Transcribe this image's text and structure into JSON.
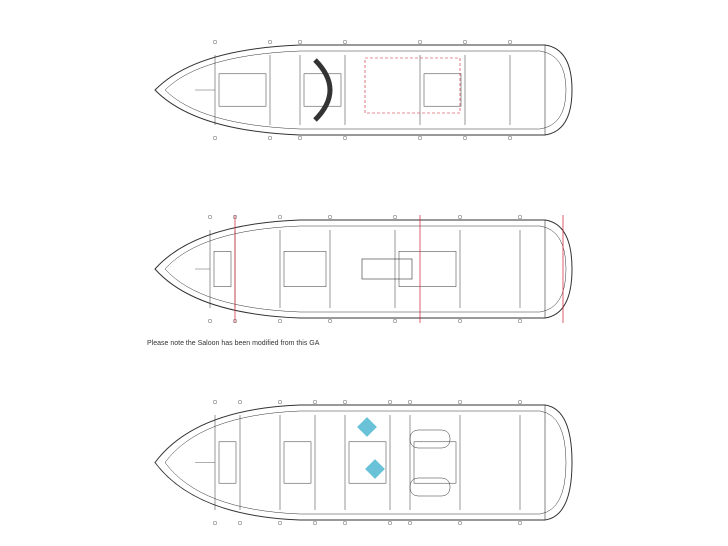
{
  "drawing": {
    "note": "Please note the Saloon has been modified from this GA",
    "decks": [
      {
        "id": "sun-deck",
        "accent": "#c8202f"
      },
      {
        "id": "main-deck",
        "accent": "#c8202f"
      },
      {
        "id": "lower-deck",
        "accent": "#2aa8c8"
      }
    ],
    "line_color": "#333333"
  }
}
